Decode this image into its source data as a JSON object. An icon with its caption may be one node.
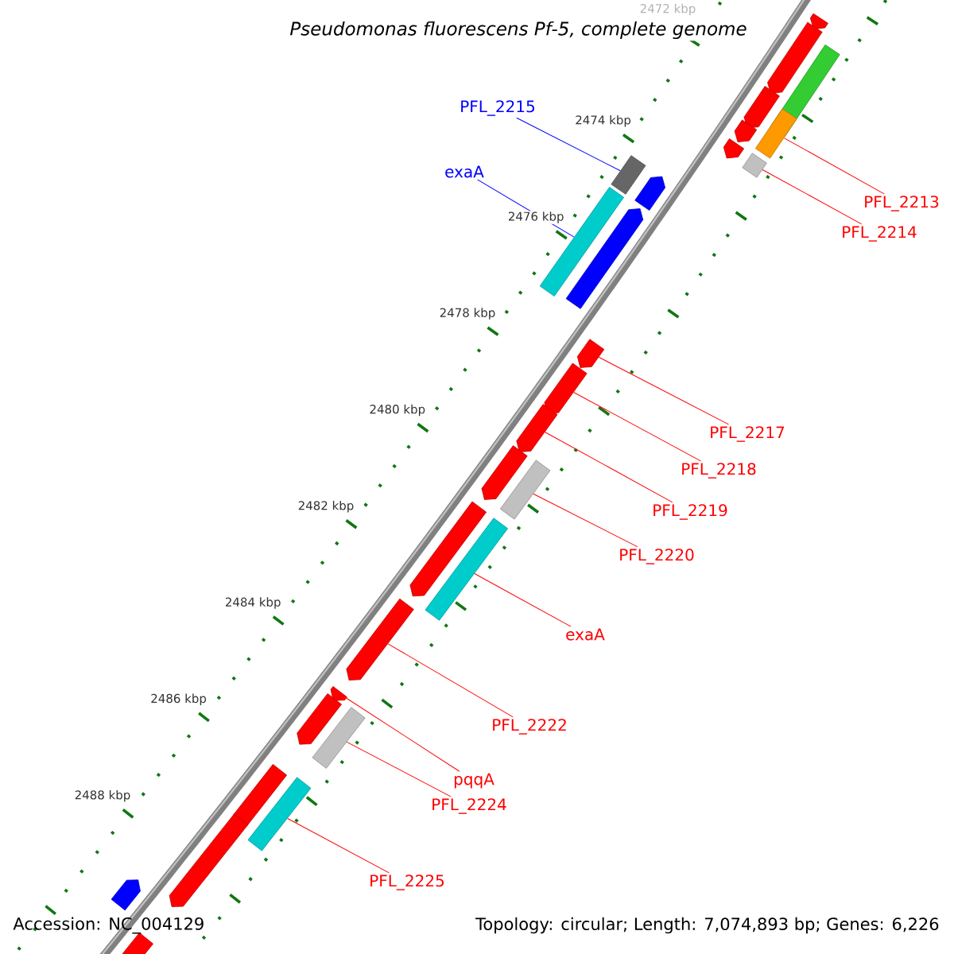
{
  "diagram": {
    "title": "Pseudomonas fluorescens Pf-5, complete genome",
    "nodes": [
      {
        "text": [
          "PFL_2215"
        ]
      },
      {
        "text": [
          "exaA"
        ]
      },
      {
        "text": [
          "PFL_2213"
        ]
      },
      {
        "text": [
          "PFL_2214"
        ]
      },
      {
        "text": [
          "PFL_2217"
        ]
      },
      {
        "text": [
          "PFL_2218"
        ]
      },
      {
        "text": [
          "PFL_2219"
        ]
      },
      {
        "text": [
          "PFL_2220"
        ]
      },
      {
        "text": [
          "exaA"
        ]
      },
      {
        "text": [
          "PFL_2222"
        ]
      },
      {
        "text": [
          "pqqA"
        ]
      },
      {
        "text": [
          "PFL_2224"
        ]
      },
      {
        "text": [
          "PFL_2225"
        ]
      },
      {
        "text": [],
        "shape": "bar"
      },
      {
        "text": [],
        "shape": "bar"
      },
      {
        "text": [],
        "shape": "bar"
      },
      {
        "text": [],
        "shape": "bar"
      },
      {
        "text": [],
        "shape": "bar"
      },
      {
        "text": [],
        "shape": "bar"
      },
      {
        "text": [],
        "shape": "bar"
      },
      {
        "text": [],
        "shape": "bar"
      },
      {
        "text": [],
        "shape": "bar"
      },
      {
        "text": [],
        "shape": "bar"
      },
      {
        "text": [],
        "shape": "bar"
      },
      {
        "text": [],
        "shape": "bar"
      },
      {
        "text": [],
        "shape": "bar"
      },
      {
        "text": [],
        "shape": "bar"
      },
      {
        "text": [],
        "shape": "bar"
      },
      {
        "text": [],
        "shape": "bar"
      },
      {
        "text": [],
        "shape": "bar"
      },
      {
        "text": [],
        "shape": "bar"
      },
      {
        "text": [],
        "shape": "bar"
      },
      {
        "text": [],
        "shape": "bar"
      },
      {
        "text": [],
        "shape": "bar"
      },
      {
        "text": [],
        "shape": "bar"
      },
      {
        "text": [],
        "shape": "bar"
      },
      {
        "text": [],
        "shape": "bar"
      },
      {
        "text": [],
        "shape": "bar"
      },
      {
        "text": [],
        "shape": "bar"
      },
      {
        "text": [],
        "shape": "bar"
      },
      {
        "text": [],
        "shape": "bar"
      }
    ],
    "edges": [
      {
        "from": 0,
        "to": 21,
        "arrow": "none",
        "color": "#0000ff"
      },
      {
        "from": 1,
        "to": 23,
        "arrow": "none",
        "color": "#0000ff"
      },
      {
        "from": 2,
        "to": 19,
        "arrow": "none"
      },
      {
        "from": 3,
        "to": 20,
        "arrow": "none"
      },
      {
        "from": 4,
        "to": 25,
        "arrow": "none"
      },
      {
        "from": 5,
        "to": 26,
        "arrow": "none"
      },
      {
        "from": 6,
        "to": 27,
        "arrow": "none"
      },
      {
        "from": 7,
        "to": 29,
        "arrow": "none"
      },
      {
        "from": 8,
        "to": 31,
        "arrow": "none"
      },
      {
        "from": 9,
        "to": 32,
        "arrow": "none"
      },
      {
        "from": 10,
        "to": 33,
        "arrow": "none"
      },
      {
        "from": 11,
        "to": 35,
        "arrow": "none"
      },
      {
        "from": 12,
        "to": 38,
        "arrow": "none"
      }
    ],
    "labels": [
      "2472 kbp",
      "2474 kbp",
      "2476 kbp",
      "2478 kbp",
      "2480 kbp",
      "2482 kbp",
      "2484 kbp",
      "2486 kbp",
      "2488 kbp",
      "Accession: NC_004129",
      "Topology: circular; Length: 7,074,893 bp; Genes: 6,226"
    ]
  }
}
